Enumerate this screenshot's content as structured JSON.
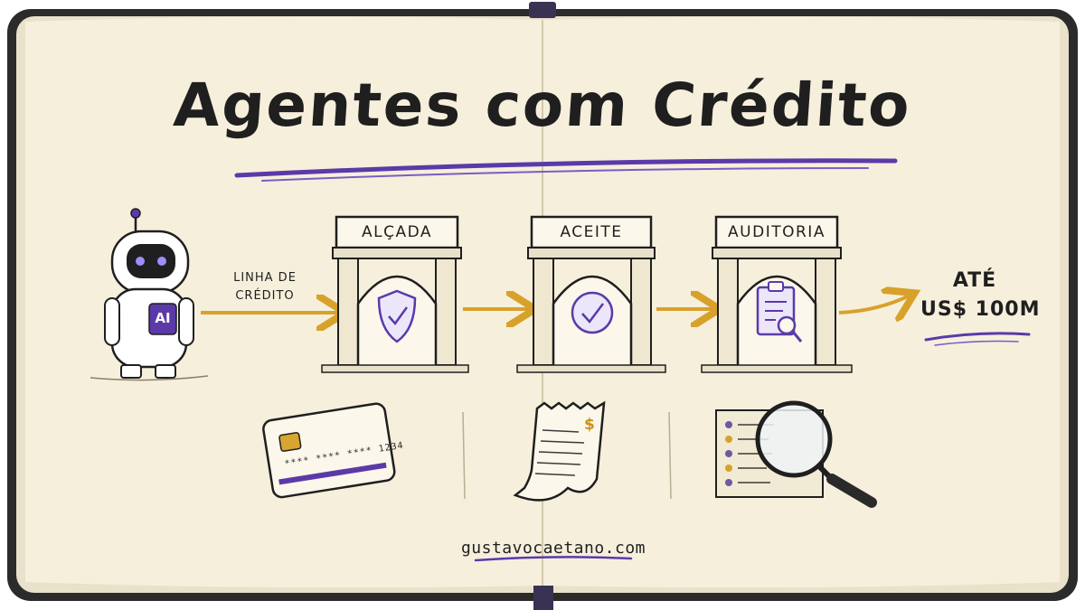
{
  "title": "Agentes com Crédito",
  "robot": {
    "badge": "AI"
  },
  "flow": {
    "start_label_line1": "Linha de",
    "start_label_line2": "crédito",
    "gates": [
      {
        "label": "Alçada",
        "icon": "shield-check-icon"
      },
      {
        "label": "Aceite",
        "icon": "circle-check-icon"
      },
      {
        "label": "Auditoria",
        "icon": "clipboard-search-icon"
      }
    ],
    "limit_line1": "Até",
    "limit_line2": "US$ 100M"
  },
  "illustrations": {
    "card_number": "**** **** **** 1234",
    "receipt_symbol": "$",
    "items": [
      "credit-card-icon",
      "receipt-icon",
      "magnifier-checklist-icon"
    ]
  },
  "footer": {
    "site": "gustavocaetano.com"
  },
  "colors": {
    "paper": "#f6efdc",
    "ink": "#1f1f1f",
    "purple": "#5b3aa8",
    "gold": "#d8a12a"
  }
}
